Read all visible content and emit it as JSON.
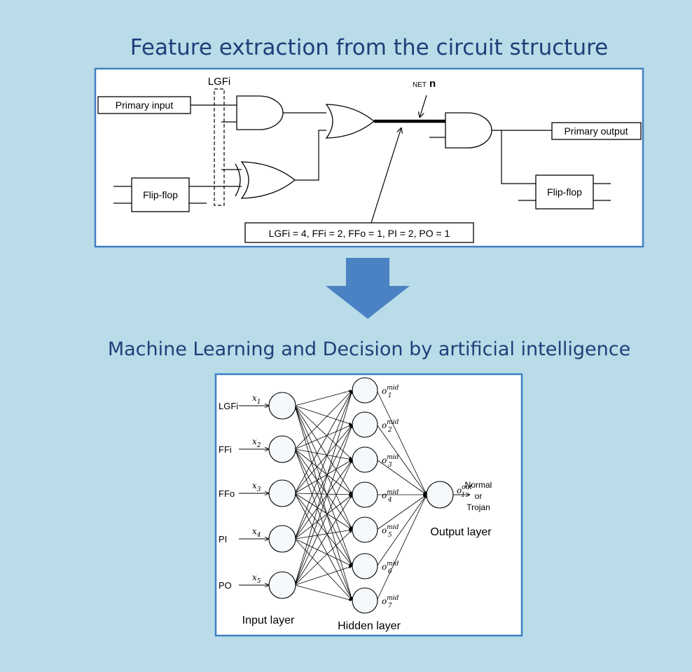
{
  "colors": {
    "background": "#b9dce8",
    "title_text": "#1f3f7a",
    "panel_border": "#3f7fc2",
    "panel_fill": "#ffffff",
    "arrow": "#4a82c3",
    "node_fill": "#f5f9fc"
  },
  "top_section": {
    "title": "Feature extraction from the circuit structure",
    "lgfi_label": "LGFi",
    "net_prefix": "NET",
    "net_name": "n",
    "primary_input": "Primary input",
    "primary_output": "Primary output",
    "flipflop_left": "Flip-flop",
    "flipflop_right": "Flip-flop",
    "feature_summary": "LGFi = 4, FFi = 2, FFo = 1, PI = 2, PO = 1"
  },
  "bottom_section": {
    "title": "Machine Learning and Decision by artificial intelligence",
    "inputs": [
      {
        "feature": "LGFi",
        "var": "x",
        "sub": "1"
      },
      {
        "feature": "FFi",
        "var": "x",
        "sub": "2"
      },
      {
        "feature": "FFo",
        "var": "x",
        "sub": "3"
      },
      {
        "feature": "PI",
        "var": "x",
        "sub": "4"
      },
      {
        "feature": "PO",
        "var": "x",
        "sub": "5"
      }
    ],
    "hidden": [
      {
        "var": "o",
        "sub": "1",
        "sup": "mid"
      },
      {
        "var": "o",
        "sub": "2",
        "sup": "mid"
      },
      {
        "var": "o",
        "sub": "3",
        "sup": "mid"
      },
      {
        "var": "o",
        "sub": "4",
        "sup": "mid"
      },
      {
        "var": "o",
        "sub": "5",
        "sup": "mid"
      },
      {
        "var": "o",
        "sub": "6",
        "sup": "mid"
      },
      {
        "var": "o",
        "sub": "7",
        "sup": "mid"
      }
    ],
    "output": {
      "var": "o",
      "sub": "1",
      "sup": "out"
    },
    "result_lines": [
      "Normal",
      "or",
      "Trojan"
    ],
    "input_layer_label": "Input layer",
    "hidden_layer_label": "Hidden layer",
    "output_layer_label": "Output layer"
  }
}
